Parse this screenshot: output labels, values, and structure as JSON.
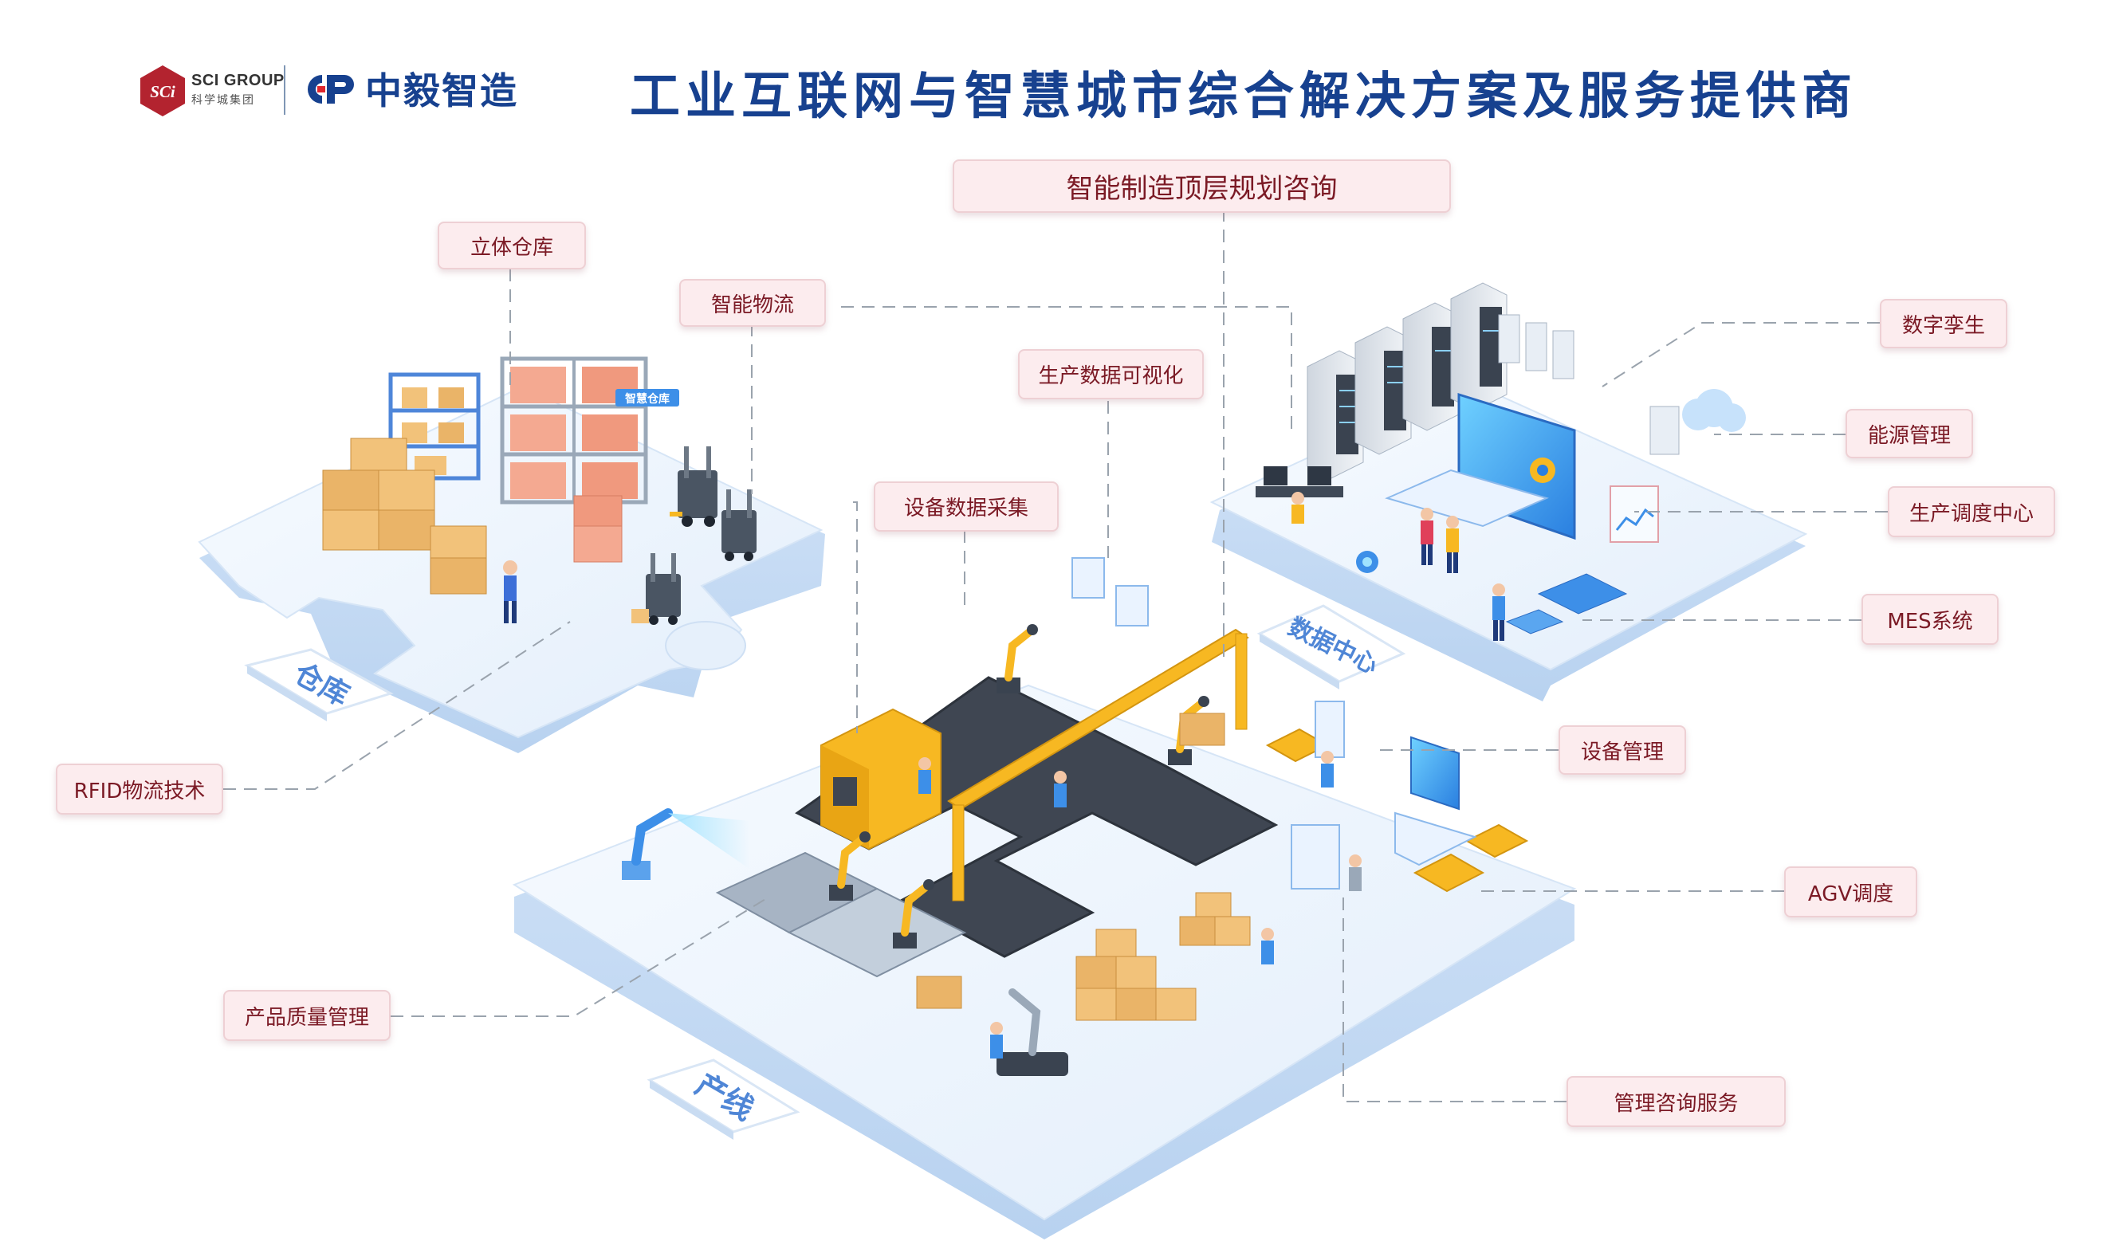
{
  "header": {
    "company_en": "SCI GROUP",
    "company_cn": "科学城集团",
    "brand_name": "中毅智造",
    "title": "工业互联网与智慧城市综合解决方案及服务提供商",
    "logo_letters": "SCi"
  },
  "zones": {
    "warehouse": "仓库",
    "production": "产线",
    "data_center": "数据中心",
    "smart_warehouse_sign": "智慧仓库"
  },
  "callouts": {
    "top_consulting": "智能制造顶层规划咨询",
    "stereo_warehouse": "立体仓库",
    "smart_logistics": "智能物流",
    "data_visualization": "生产数据可视化",
    "data_collection": "设备数据采集",
    "rfid": "RFID物流技术",
    "quality": "产品质量管理",
    "digital_twin": "数字孪生",
    "energy": "能源管理",
    "dispatch_center": "生产调度中心",
    "mes": "MES系统",
    "equipment_mgmt": "设备管理",
    "agv": "AGV调度",
    "consulting_service": "管理咨询服务"
  },
  "colors": {
    "title_blue": "#17418f",
    "callout_bg": "#fcecee",
    "callout_text": "#7b1a25",
    "platform": "#eef5fd",
    "accent_yellow": "#f7b822",
    "accent_blue": "#3d8fe8"
  }
}
